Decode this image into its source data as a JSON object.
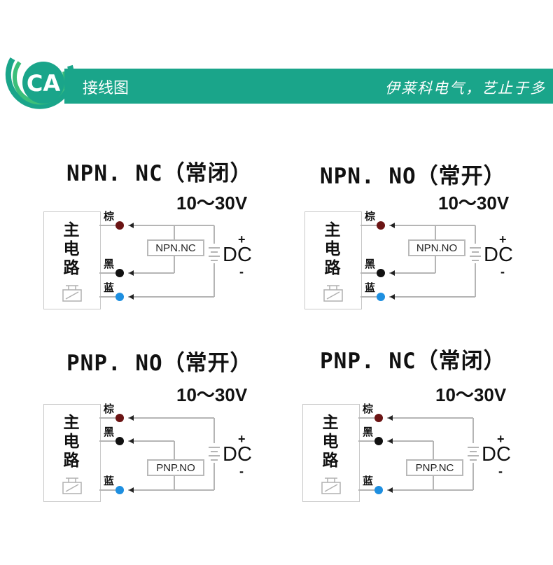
{
  "header": {
    "title": "接线图",
    "slogan": "伊莱科电气，艺止于多",
    "colors": {
      "banner": "#1aa58a",
      "logo_outer": "#1aa58a",
      "logo_inner": "#3bbf7a"
    }
  },
  "panels": [
    {
      "title": "NPN. NC（常闭）",
      "voltage": "10～30V",
      "main_label": [
        "主",
        "电",
        "路"
      ],
      "wire_labels": [
        "棕",
        "黑",
        "蓝"
      ],
      "switch_label": "NPN.NC",
      "dc_label": "DC",
      "plus": "+",
      "minus": "-"
    },
    {
      "title": "NPN. NO（常开）",
      "voltage": "10～30V",
      "main_label": [
        "主",
        "电",
        "路"
      ],
      "wire_labels": [
        "棕",
        "黑",
        "蓝"
      ],
      "switch_label": "NPN.NO",
      "dc_label": "DC",
      "plus": "+",
      "minus": "-"
    },
    {
      "title": "PNP. NO（常开）",
      "voltage": "10～30V",
      "main_label": [
        "主",
        "电",
        "路"
      ],
      "wire_labels": [
        "棕",
        "黑",
        "蓝"
      ],
      "switch_label": "PNP.NO",
      "dc_label": "DC",
      "plus": "+",
      "minus": "-"
    },
    {
      "title": "PNP. NC（常闭）",
      "voltage": "10～30V",
      "main_label": [
        "主",
        "电",
        "路"
      ],
      "wire_labels": [
        "棕",
        "黑",
        "蓝"
      ],
      "switch_label": "PNP.NC",
      "dc_label": "DC",
      "plus": "+",
      "minus": "-"
    }
  ],
  "wire_colors": {
    "brown": "#6b1414",
    "black": "#111111",
    "blue": "#1e8fe0",
    "line": "#b5b5b5"
  }
}
